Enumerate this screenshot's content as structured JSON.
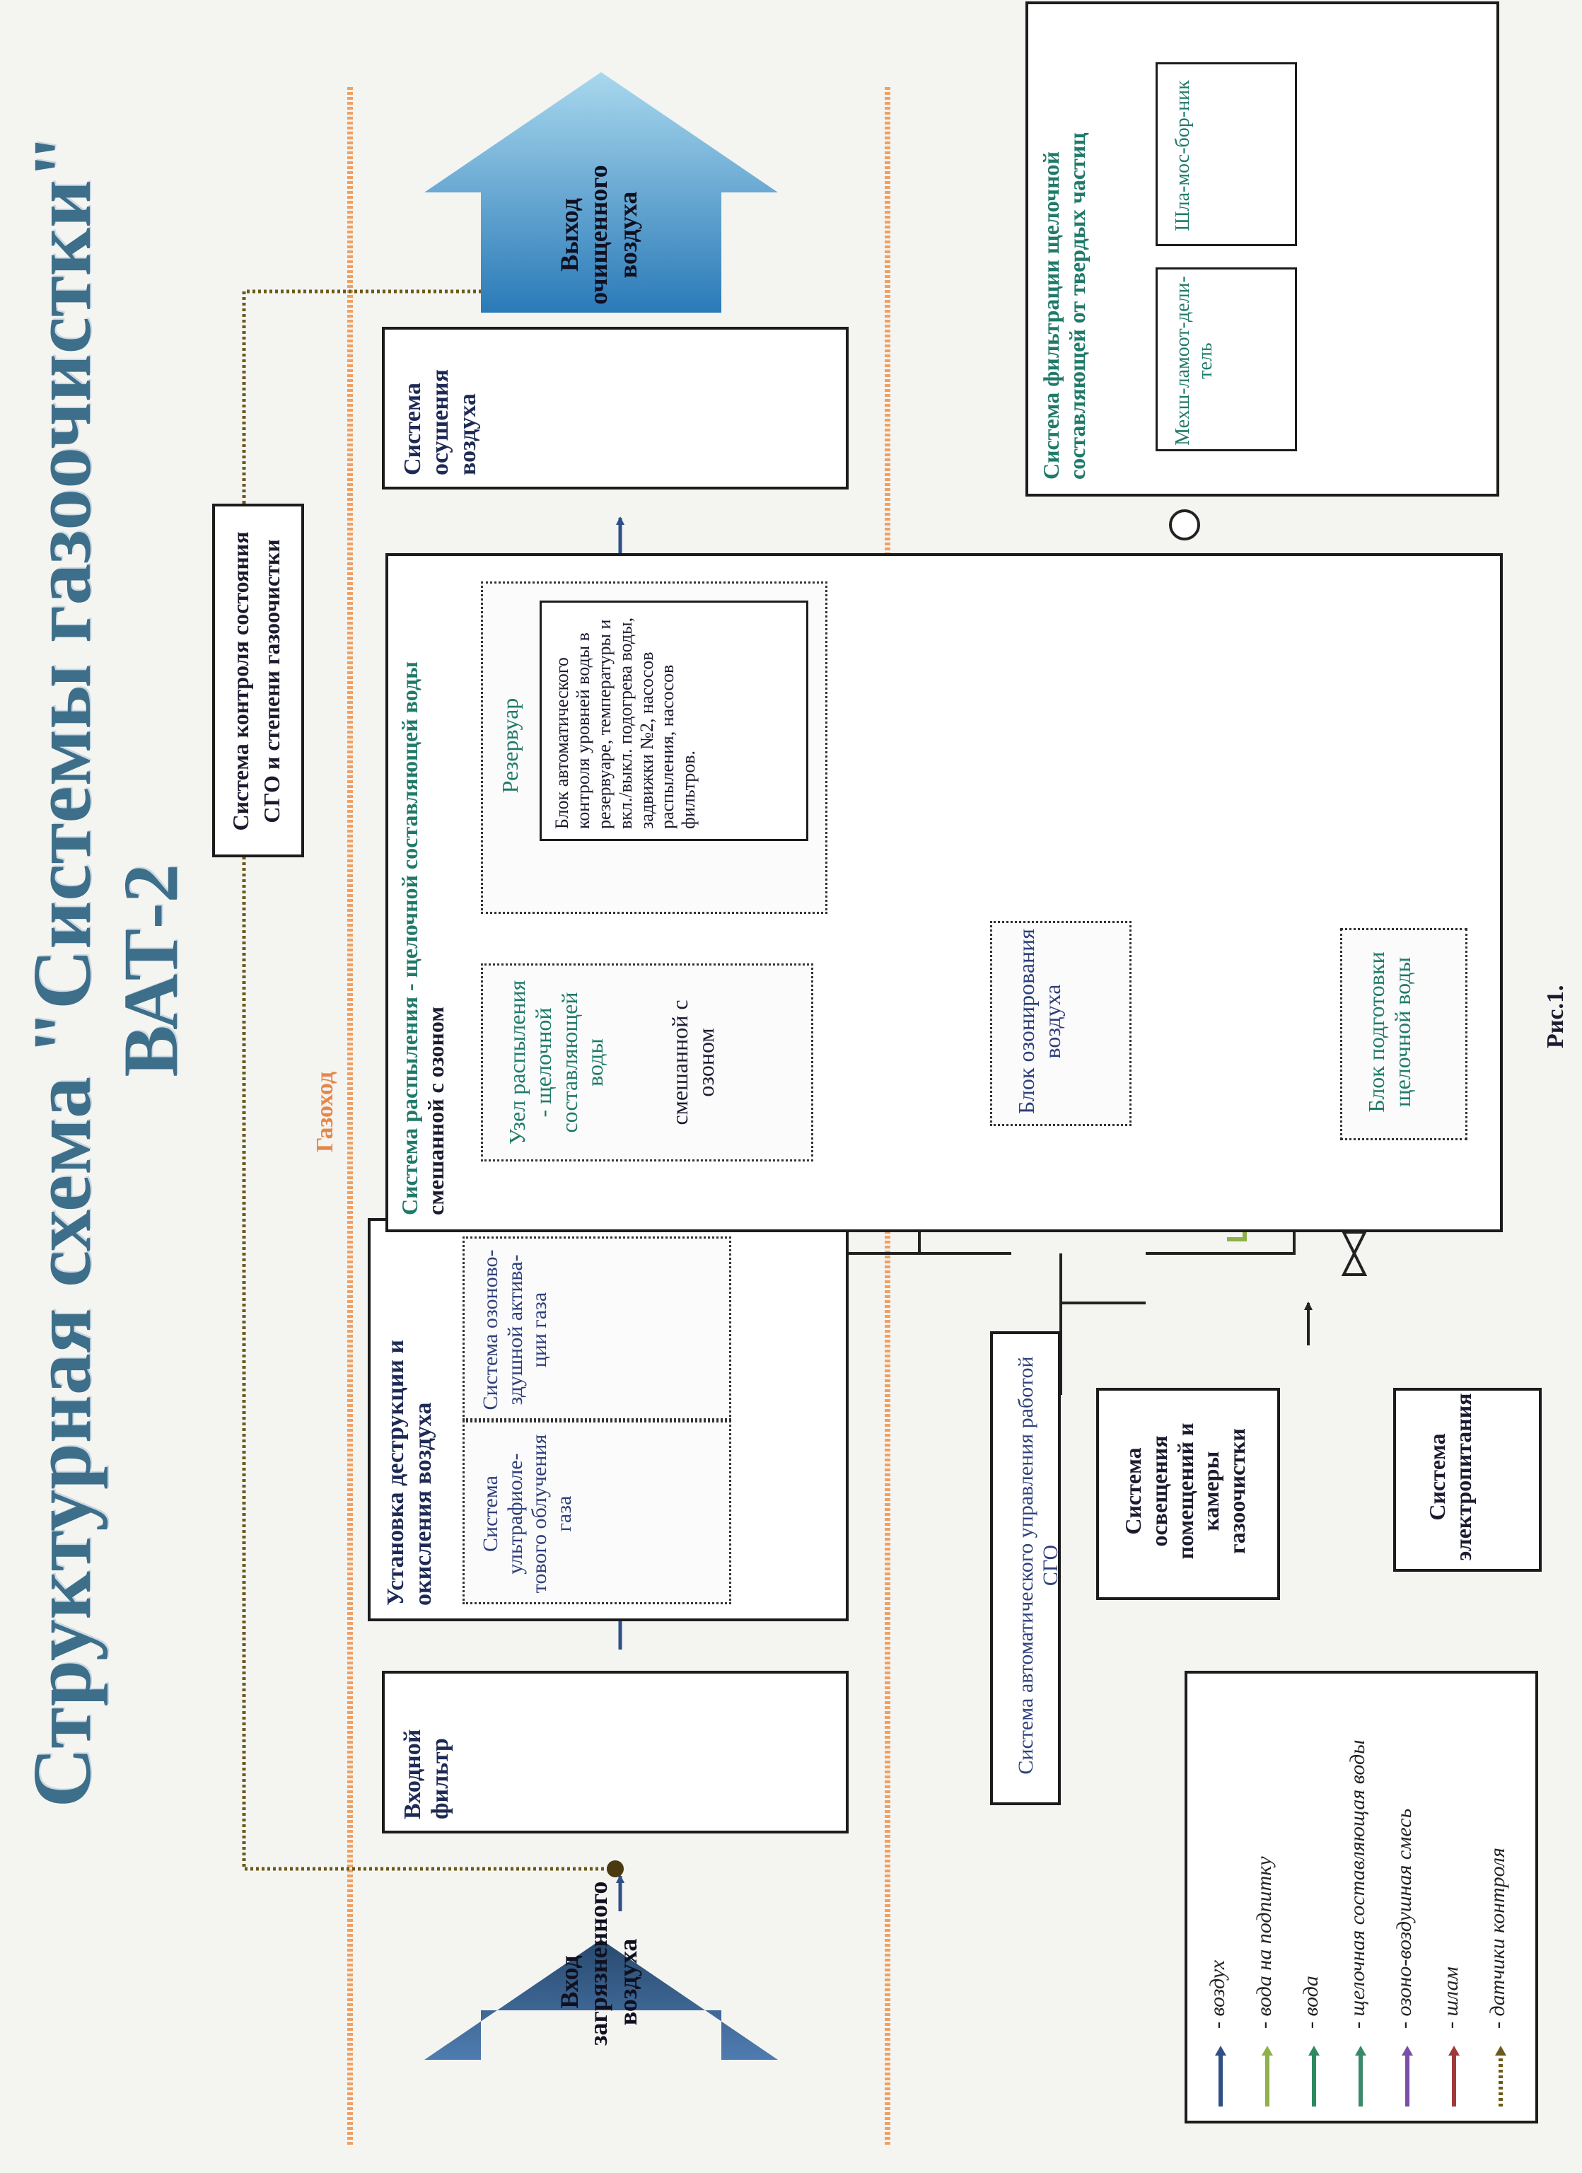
{
  "title_line1": "Структурная схема \"Системы газоочистки\"",
  "title_line2": "ВАТ-2",
  "duct_label": "Газоход",
  "inlet_arrow": "Вход загрязненного воздуха",
  "outlet_arrow": "Выход очищенного воздуха",
  "monitoring_line1": "Система контроля состояния",
  "monitoring_line2": "СГО и степени газоочистки",
  "input_filter": "Входной фильтр",
  "destruction_unit": {
    "title": "Установка деструкции и окисления воздуха",
    "uv_system": "Система ультрафиоле-тового облучения газа",
    "ozone_system": "Система озоново-здушной актива-ции газа"
  },
  "spray_system": {
    "title_part1": "Система распыления - щелочной составляющей",
    "title_part2": "воды",
    "title_part3": "смешанной с озоном",
    "node_part1": "Узел распыления - щелочной составляющей воды",
    "node_part2": "смешанной с озоном",
    "reservoir": "Резервуар",
    "control_block": "Блок автоматического контроля уровней воды в резервуаре, температуры и вкл./выкл. подогрева воды, задвижки №2, насосов распыления, насосов фильтров."
  },
  "drying_system": "Система осушения воздуха",
  "filtration_system": {
    "title": "Система фильтрации щелочной составляющей от твердых частиц",
    "separator": "Мехш-ламоот-дели-тель",
    "sludge_collector": "Шла-мос-бор-ник"
  },
  "ozonation_block": "Блок озонирования воздуха",
  "alkaline_prep_block": "Блок подготовки щелочной воды",
  "auto_control": "Система автоматического управления работой СГО",
  "lighting_system": "Система освещения помещений и камеры газоочистки",
  "power_system": "Система электропитания",
  "figure_label": "Рис.1.",
  "legend": {
    "items": [
      {
        "label": "- воздух",
        "color": "#2f4f86"
      },
      {
        "label": "- вода на подпитку",
        "color": "#8fb04a"
      },
      {
        "label": "- вода",
        "color": "#2e8a5e"
      },
      {
        "label": "- щелочная составляющая воды",
        "color": "#3a8a6a"
      },
      {
        "label": "- озоно-воздушная смесь",
        "color": "#7a4fa8"
      },
      {
        "label": "- шлам",
        "color": "#a03a3a"
      },
      {
        "label": "- датчики контроля",
        "color": "#6b5a1a"
      }
    ]
  }
}
